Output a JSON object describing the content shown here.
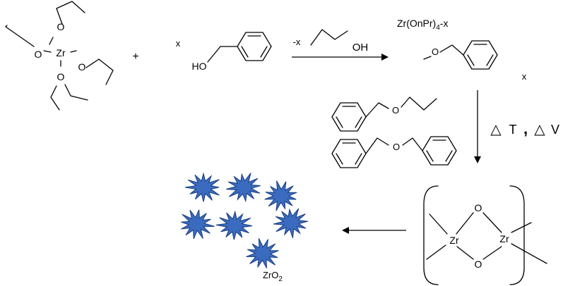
{
  "zr_alkoxide": {
    "center": "Zr",
    "oxygens": [
      "O",
      "O",
      "O",
      "O"
    ]
  },
  "plus_sign": "+",
  "benzyl_alcohol": {
    "coefficient": "x",
    "hydroxyl": "HO"
  },
  "reaction_arrow": {
    "coefficient": "-x",
    "propanol_hydroxyl": "OH"
  },
  "product_complex": {
    "formula_main": "Zr(OnPr)",
    "formula_sub": "4",
    "formula_tail": "-x",
    "oxygen": "O",
    "coefficient": "x"
  },
  "vertical_arrow_conditions": {
    "delta1": "△",
    "t_label": "T",
    "comma": ",",
    "delta2": "△",
    "v_label": "V"
  },
  "ether_byproducts": {
    "benzyl_propyl_ether_oxygen": "O",
    "dibenzyl_ether_oxygen": "O"
  },
  "bridged_dimer": {
    "zr_left": "Zr",
    "zr_right": "Zr",
    "oxygen_top": "O",
    "oxygen_bottom": "O"
  },
  "nanoparticles": {
    "label_main": "ZrO",
    "label_sub": "2",
    "count": 7,
    "color": "#3a6bbf",
    "stroke_color": "#1a3d80"
  }
}
